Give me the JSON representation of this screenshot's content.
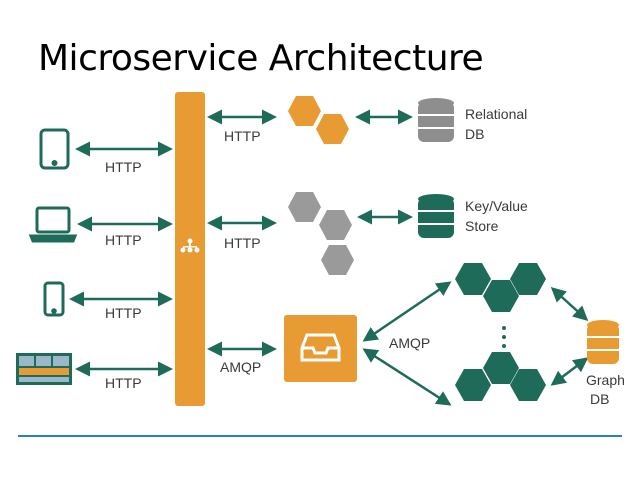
{
  "title": "Microservice Architecture",
  "labels": {
    "client_tablet": "HTTP",
    "client_laptop": "HTTP",
    "client_phone": "HTTP",
    "client_kiosk": "HTTP",
    "svc_relational": "HTTP",
    "svc_keyvalue": "HTTP",
    "svc_queue": "AMQP",
    "queue_graph": "AMQP"
  },
  "datastores": {
    "relational_line1": "Relational",
    "relational_line2": "DB",
    "keyvalue_line1": "Key/Value",
    "keyvalue_line2": "Store",
    "graph_line1": "Graph",
    "graph_line2": "DB"
  },
  "icons": [
    "tablet-icon",
    "laptop-icon",
    "phone-icon",
    "kiosk-icon",
    "gateway-icon",
    "inbox-icon",
    "database-icon"
  ],
  "colors": {
    "orange": "#E89A33",
    "green": "#1F6B5A",
    "gray": "#9A9A9A",
    "rule": "#2E7FC1"
  }
}
